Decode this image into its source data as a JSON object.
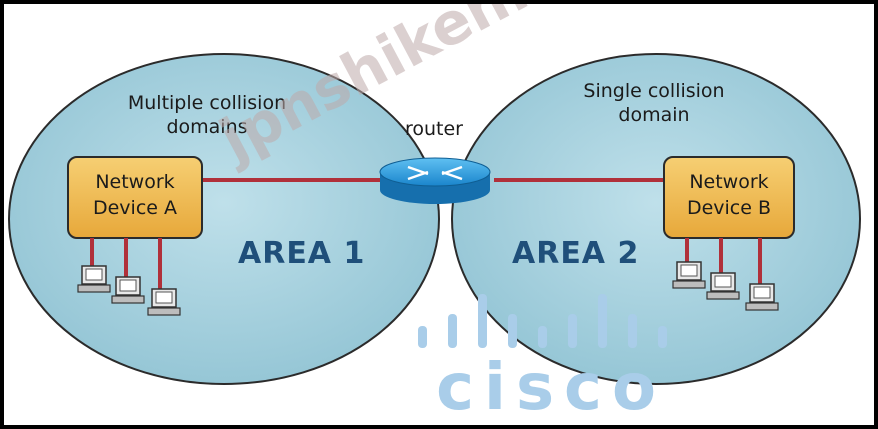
{
  "diagram": {
    "router_label": "router",
    "left_domain_label": [
      "Multiple collision",
      "domains"
    ],
    "right_domain_label": [
      "Single collision",
      "domain"
    ],
    "device_a_label": [
      "Network",
      "Device A"
    ],
    "device_b_label": [
      "Network",
      "Device B"
    ],
    "area1_label": "AREA 1",
    "area2_label": "AREA 2"
  },
  "watermark_text": "jpnshiken.com",
  "logo": {
    "text": "cisco",
    "color": "#a9cde9"
  },
  "colors": {
    "area_fill": "#a7d3e0",
    "device_box": "#f0b94a",
    "link": "#b0303a",
    "router": "#1c8fd6"
  }
}
